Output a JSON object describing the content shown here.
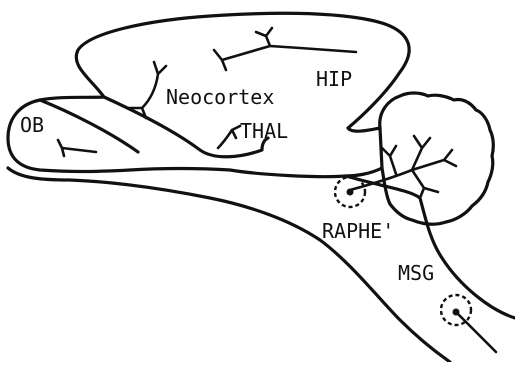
{
  "labels": {
    "ob": "OB",
    "neocortex": "Neocortex",
    "hip": "HIP",
    "thal": "THAL",
    "raphe": "RAPHE'",
    "msg": "MSG"
  }
}
